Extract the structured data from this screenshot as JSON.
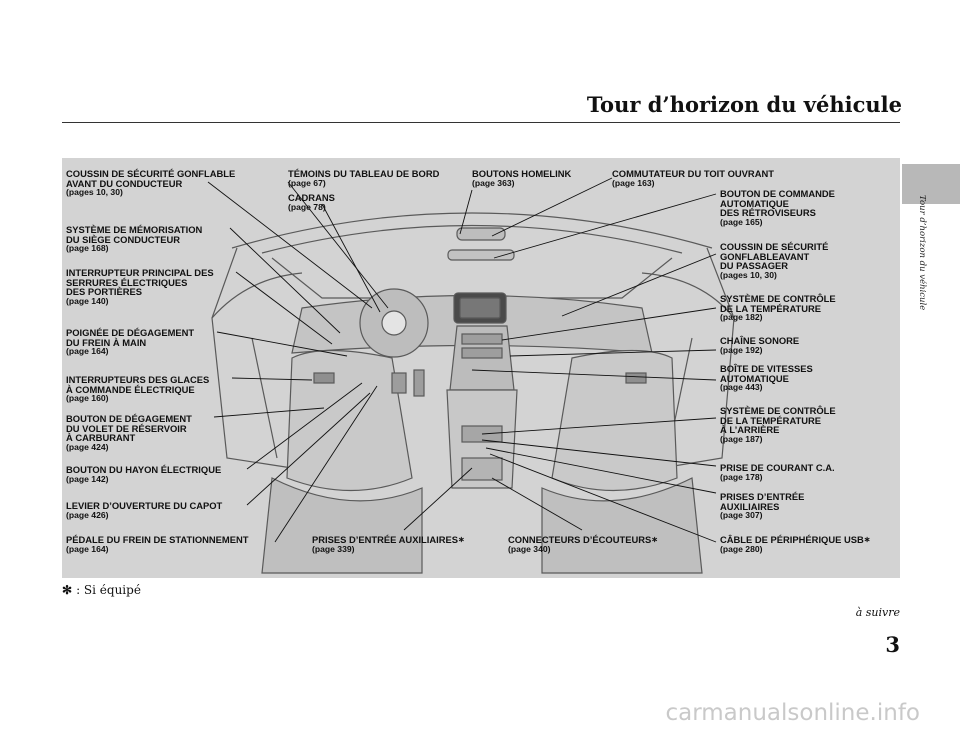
{
  "header": {
    "title": "Tour d’horizon du véhicule"
  },
  "side_tab": {
    "text": "Tour d’horizon du véhicule"
  },
  "labels": {
    "coussin_cond": {
      "l1": "COUSSIN DE SÉCURITÉ GONFLABLE",
      "l2": "AVANT DU CONDUCTEUR",
      "page": "(pages 10, 30)"
    },
    "memorisation": {
      "l1": "SYSTÈME DE MÉMORISATION",
      "l2": "DU SIÈGE CONDUCTEUR",
      "page": "(page 168)"
    },
    "interrupteur_serrures": {
      "l1": "INTERRUPTEUR PRINCIPAL DES",
      "l2": "SERRURES ÉLECTRIQUES",
      "l3": "DES PORTIÈRES",
      "page": "(page 140)"
    },
    "poignee_frein": {
      "l1": "POIGNÉE DE DÉGAGEMENT",
      "l2": "DU FREIN À MAIN",
      "page": "(page 164)"
    },
    "glaces": {
      "l1": "INTERRUPTEURS DES GLACES",
      "l2": "À COMMANDE ÉLECTRIQUE",
      "page": "(page 160)"
    },
    "volet_reservoir": {
      "l1": "BOUTON DE DÉGAGEMENT",
      "l2": "DU VOLET DE RÉSERVOIR",
      "l3": "À CARBURANT",
      "page": "(page 424)"
    },
    "hayon": {
      "l1": "BOUTON DU HAYON ÉLECTRIQUE",
      "page": "(page 142)"
    },
    "capot": {
      "l1": "LEVIER D’OUVERTURE DU CAPOT",
      "page": "(page 426)"
    },
    "pedale_frein": {
      "l1": "PÉDALE DU FREIN DE STATIONNEMENT",
      "page": "(page 164)"
    },
    "temoins": {
      "l1": "TÉMOINS DU TABLEAU DE BORD",
      "page": "(page 67)"
    },
    "cadrans": {
      "l1": "CADRANS",
      "page": "(page 78)"
    },
    "homelink": {
      "l1": "BOUTONS HOMELINK",
      "page": "(page 363)"
    },
    "toit": {
      "l1": "COMMUTATEUR DU TOIT OUVRANT",
      "page": "(page 163)"
    },
    "retroviseurs": {
      "l1": "BOUTON DE COMMANDE",
      "l2": "AUTOMATIQUE",
      "l3": "DES RÉTROVISEURS",
      "page": "(page 165)"
    },
    "coussin_pass": {
      "l1": "COUSSIN DE SÉCURITÉ",
      "l2": "GONFLABLEAVANT",
      "l3": "DU PASSAGER",
      "page": "(pages 10, 30)"
    },
    "temp": {
      "l1": "SYSTÈME DE CONTRÔLE",
      "l2": "DE LA TEMPÉRATURE",
      "page": "(page 182)"
    },
    "chaine": {
      "l1": "CHAÎNE SONORE",
      "page": "(page 192)"
    },
    "boite": {
      "l1": "BOÎTE DE VITESSES",
      "l2": "AUTOMATIQUE",
      "page": "(page 443)"
    },
    "temp_arriere": {
      "l1": "SYSTÈME DE CONTRÔLE",
      "l2": "DE LA TEMPÉRATURE",
      "l3": "À L’ARRIÈRE",
      "page": "(page 187)"
    },
    "prise_ca": {
      "l1": "PRISE DE COURANT C.A.",
      "page": "(page 178)"
    },
    "prises_aux": {
      "l1": "PRISES D’ENTRÉE",
      "l2": "AUXILIAIRES",
      "page": "(page 307)"
    },
    "usb": {
      "l1": "CÂBLE DE PÉRIPHÉRIQUE USB",
      "page": "(page 280)"
    },
    "prises_aux_bas": {
      "l1": "PRISES D’ENTRÉE AUXILIAIRES",
      "page": "(page 339)"
    },
    "ecouteurs": {
      "l1": "CONNECTEURS D’ÉCOUTEURS",
      "page": "(page 340)"
    },
    "asterisk": "∗"
  },
  "footnote": {
    "star": "✻",
    "text": ": Si équipé"
  },
  "continued": "à suivre",
  "page_number": "3",
  "watermark": "carmanualsonline.info"
}
